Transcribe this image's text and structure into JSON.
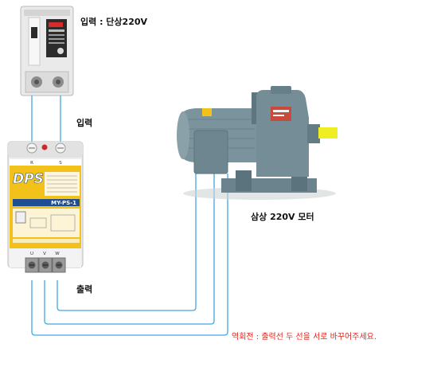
{
  "labels": {
    "input_single_phase": "입력 : 단상220V",
    "input": "입력",
    "motor": "삼상 220V 모터",
    "output": "출력",
    "reverse_note": "역회전 : 출력선 두 선을 서로 바꾸어주세요."
  },
  "controller": {
    "brand": "DPS",
    "model": "MY-PS-1",
    "terminal_top": [
      "R",
      "S"
    ],
    "terminal_bottom": [
      "U",
      "V",
      "W"
    ]
  },
  "colors": {
    "wire": "#40a8e0",
    "note": "#e0291d",
    "accent_yellow": "#f2c21a",
    "motor_body": "#77909a"
  },
  "icons": [
    "circuit-breaker-icon",
    "controller-icon",
    "motor-icon"
  ]
}
